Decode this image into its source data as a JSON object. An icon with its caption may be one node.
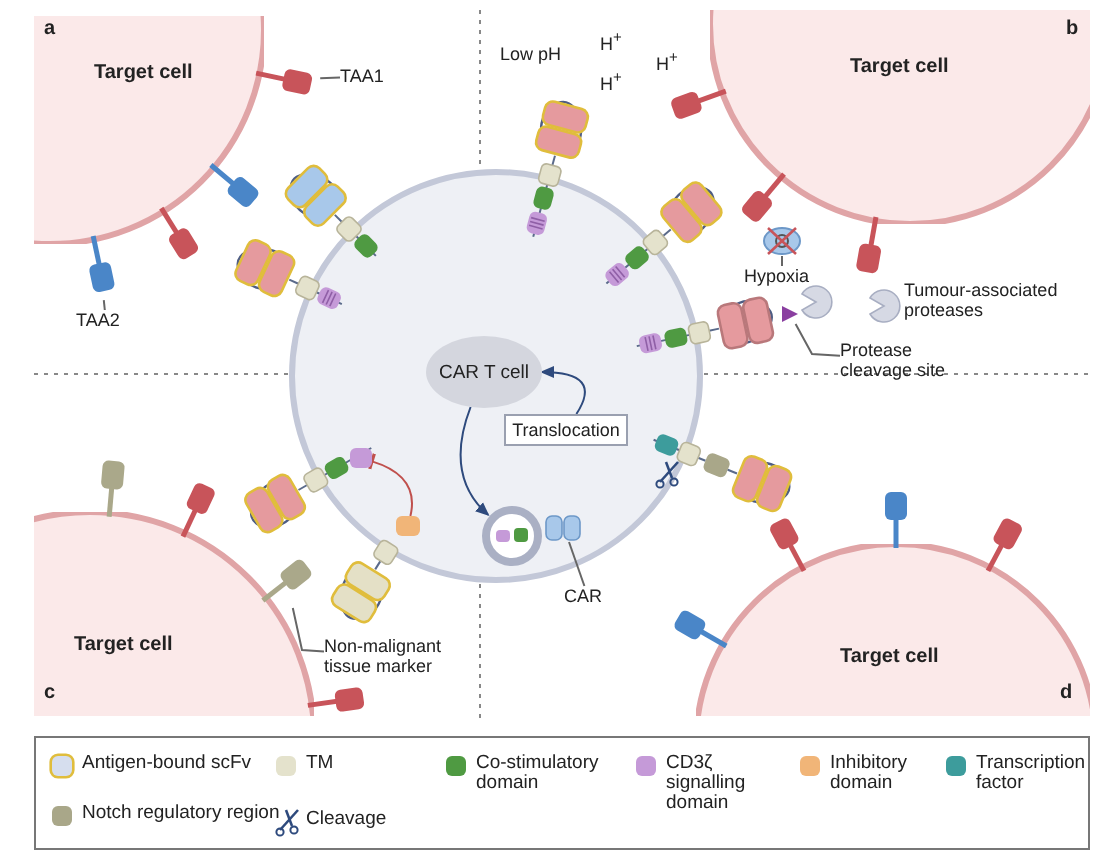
{
  "diagram": {
    "nodes": [
      {
        "text": [
          "Target cell"
        ]
      },
      {
        "text": [],
        "shape": "circle"
      },
      {
        "text": [
          "CAR T cell"
        ],
        "in": 1
      },
      {
        "text": [
          "Target cell"
        ]
      },
      {
        "text": [
          "Target cell"
        ]
      },
      {
        "text": [
          "Target cell"
        ]
      },
      {
        "text": [
          "Translocation"
        ],
        "in": 1
      },
      {
        "text": [
          "TAA1"
        ]
      },
      {
        "text": [],
        "shape": "box"
      },
      {
        "text": [
          "TAA2"
        ]
      },
      {
        "text": [],
        "shape": "box"
      },
      {
        "text": [
          "Hypoxia"
        ]
      },
      {
        "text": [],
        "shape": "circle"
      },
      {
        "text": [
          "Protease cleavage site"
        ]
      },
      {
        "text": [],
        "shape": "triangle"
      },
      {
        "text": [
          "Non-malignant tissue marker"
        ]
      },
      {
        "text": [],
        "shape": "box"
      },
      {
        "text": [
          "CAR"
        ]
      },
      {
        "text": [],
        "shape": "box",
        "in": 1
      },
      {
        "text": [],
        "shape": "circle",
        "in": 1
      },
      {
        "text": [],
        "shape": "box",
        "in": 1
      },
      {
        "text": [],
        "shape": "box",
        "in": 1
      }
    ],
    "edges": [
      {
        "from": 7,
        "to": 8,
        "arrow": "none"
      },
      {
        "from": 9,
        "to": 10,
        "arrow": "none"
      },
      {
        "from": 11,
        "to": 12,
        "arrow": "none"
      },
      {
        "from": 13,
        "to": 14,
        "arrow": "none"
      },
      {
        "from": 15,
        "to": 16,
        "arrow": "none"
      },
      {
        "from": 17,
        "to": 18,
        "arrow": "none"
      },
      {
        "from": 6,
        "to": 2,
        "arrow": "to",
        "color": "#2e4a7d"
      },
      {
        "from": 2,
        "to": 19,
        "arrow": "to",
        "color": "#2e4a7d"
      },
      {
        "from": 20,
        "to": 21,
        "arrow": "other",
        "color": "#c0504d"
      }
    ],
    "labels": [
      "a",
      "b",
      "c",
      "d",
      "Low pH",
      "H$^{+}$",
      "H$^{+}$",
      "H$^{+}$",
      "Tumour-associated proteases"
    ],
    "legend": [
      {
        "text": "Antigen-bound scFv",
        "color": "#d6deee"
      },
      {
        "text": "TM",
        "color": "#e4e2cc"
      },
      {
        "text": "Co-stimulatory domain",
        "color": "#4f9a42"
      },
      {
        "text": "CD3ζ signalling domain",
        "color": "#c59ad8"
      },
      {
        "text": "Inhibitory domain",
        "color": "#f1b578"
      },
      {
        "text": "Transcription factor",
        "color": "#3d9c9c"
      },
      {
        "text": "Notch regulatory region",
        "color": "#a9a789"
      },
      {
        "text": "Cleavage"
      }
    ]
  }
}
